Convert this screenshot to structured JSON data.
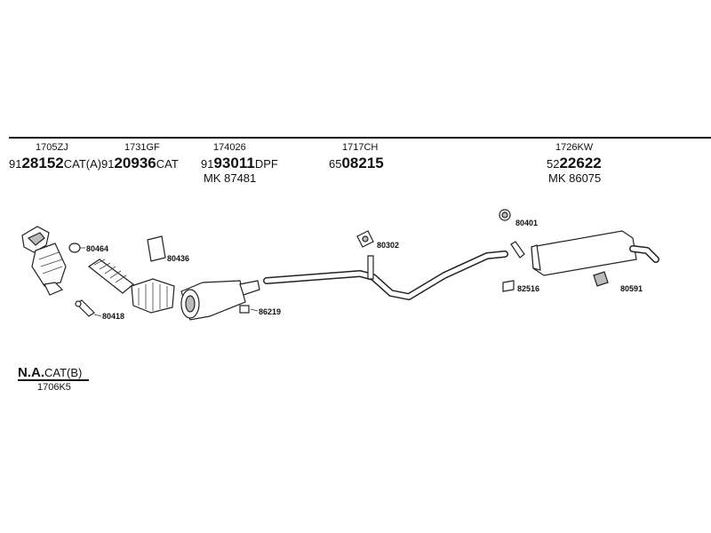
{
  "header_parts": [
    {
      "id": "1705ZJ",
      "prefix": "91",
      "number": "28152",
      "suffix": "CAT(A)"
    },
    {
      "id": "1731GF",
      "prefix": "91",
      "number": "20936",
      "suffix": "CAT"
    },
    {
      "id": "174026",
      "prefix": "91",
      "number": "93011",
      "suffix": "DPF",
      "mk": "MK 87481"
    },
    {
      "id": "1717CH",
      "prefix": "65",
      "number": "08215",
      "suffix": ""
    },
    {
      "id": "1726KW",
      "prefix": "52",
      "number": "22622",
      "suffix": "",
      "mk": "MK 86075"
    }
  ],
  "callouts": {
    "c80464": "80464",
    "c80436": "80436",
    "c80418": "80418",
    "c86219": "86219",
    "c80302": "80302",
    "c80401": "80401",
    "c82516": "82516",
    "c80591": "80591"
  },
  "note": {
    "title": "N.A.",
    "suffix": "CAT(B)",
    "code": "1706K5"
  }
}
